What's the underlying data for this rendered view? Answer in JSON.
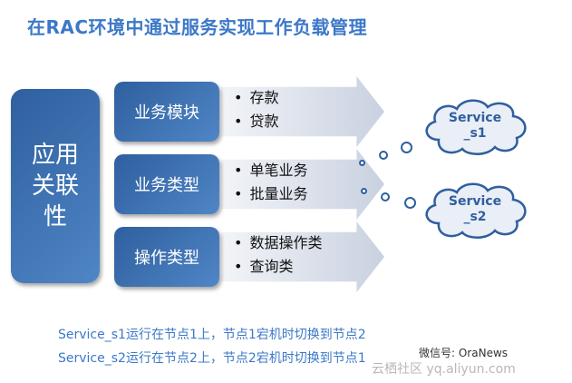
{
  "title": "在RAC环境中通过服务实现工作负载管理",
  "app_label": "应用关联性",
  "categories": [
    {
      "label": "业务模块",
      "items": [
        "存款",
        "贷款"
      ]
    },
    {
      "label": "业务类型",
      "items": [
        "单笔业务",
        "批量业务"
      ]
    },
    {
      "label": "操作类型",
      "items": [
        "数据操作类",
        "查询类"
      ]
    }
  ],
  "services": [
    {
      "line1": "Service",
      "line2": "_s1"
    },
    {
      "line1": "Service",
      "line2": "_s2"
    }
  ],
  "notes": [
    "Service_s1运行在节点1上，节点1宕机时切换到节点2",
    "Service_s2运行在节点2上，节点2宕机时切换到节点1"
  ],
  "watermark": {
    "wechat": "微信号: OraNews",
    "site": "云栖社区 yq.aliyun.com"
  },
  "colors": {
    "box": "#3a6eae",
    "accent": "#3c78c8",
    "cloud_fill": "#e9eef7"
  }
}
